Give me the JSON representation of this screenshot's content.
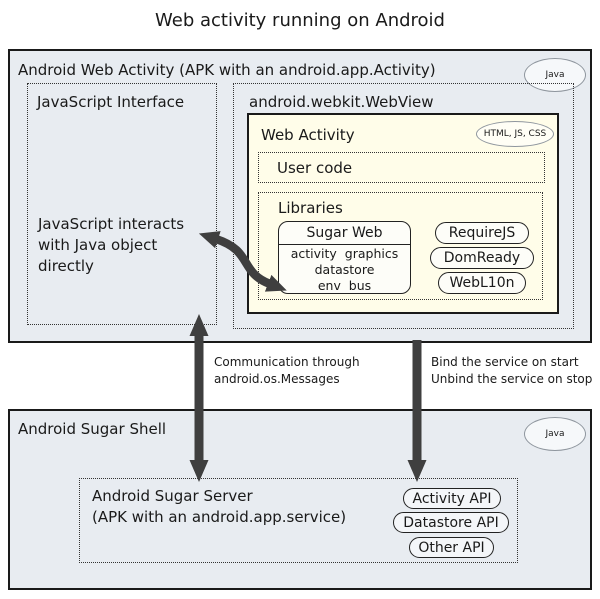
{
  "title": "Web activity running on Android",
  "colors": {
    "panel_bg": "#e8ecf1",
    "web_activity_bg": "#fffde9",
    "arrow": "#3f3f3f",
    "border": "#1a1a1a"
  },
  "top_box": {
    "header": "Android Web Activity (APK with an android.app.Activity)",
    "java_badge": "Java",
    "js_interface": {
      "title": "JavaScript Interface",
      "note_lines": [
        "JavaScript interacts",
        "with Java object",
        "directly"
      ]
    },
    "webview": {
      "title": "android.webkit.WebView",
      "web_activity": {
        "title": "Web Activity",
        "badge": "HTML, JS, CSS",
        "user_code": "User code",
        "libraries": {
          "title": "Libraries",
          "sugar_web": {
            "title": "Sugar Web",
            "rows": [
              "activity  graphics",
              "datastore",
              "env  bus"
            ]
          },
          "modules": [
            "RequireJS",
            "DomReady",
            "WebL10n"
          ]
        }
      }
    }
  },
  "connections": {
    "messages_label_lines": [
      "Communication through",
      "android.os.Messages"
    ],
    "bind_label_lines": [
      "Bind the service on start",
      "Unbind the service on stop"
    ]
  },
  "bottom_box": {
    "header": "Android Sugar Shell",
    "java_badge": "Java",
    "server": {
      "title_lines": [
        "Android Sugar Server",
        "(APK with an android.app.service)"
      ],
      "apis": [
        "Activity API",
        "Datastore API",
        "Other API"
      ]
    }
  }
}
